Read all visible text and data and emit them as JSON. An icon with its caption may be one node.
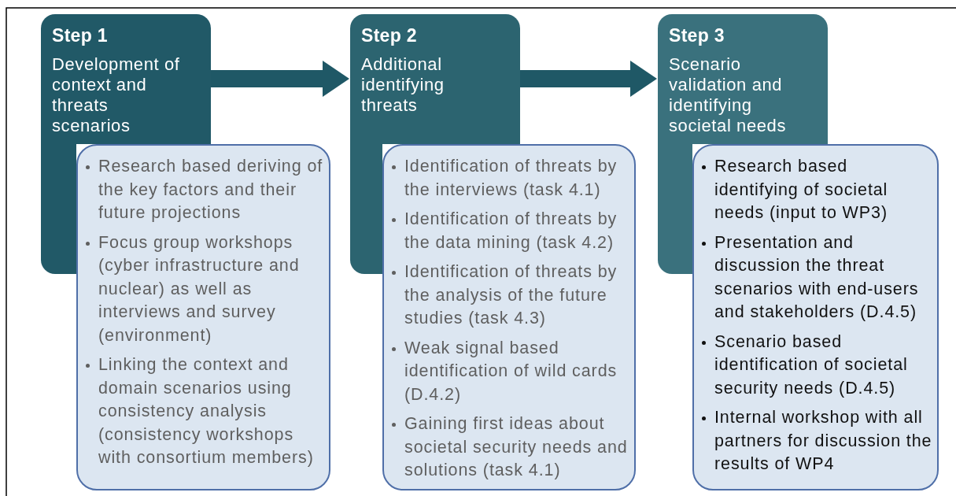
{
  "diagram": {
    "nodes": [
      {
        "text": [
          "Step 1",
          "Development of context and threats scenarios"
        ]
      },
      {
        "text": [
          "Research based deriving of the key factors and their future projections",
          "Focus group workshops (cyber infrastructure and nuclear) as well as interviews and survey (environment)",
          "Linking the context and domain scenarios using consistency analysis (consistency workshops with consortium members)"
        ]
      },
      {
        "text": [
          "Step 2",
          "Additional identifying threats"
        ]
      },
      {
        "text": [
          "Identification of threats by the interviews (task 4.1)",
          "Identification of threats by the data mining (task 4.2)",
          "Identification of threats by the analysis of the future studies (task 4.3)",
          "Weak signal based identification of  wild cards (D.4.2)",
          "Gaining first ideas about societal security needs and solutions (task 4.1)"
        ]
      },
      {
        "text": [
          "Step 3",
          "Scenario validation and identifying societal needs"
        ]
      },
      {
        "text": [
          "Research based identifying of societal needs (input to WP3)",
          "Presentation and discussion the threat scenarios with end-users and stakeholders (D.4.5)",
          "Scenario based identification of societal security needs (D.4.5)",
          "Internal workshop with all partners for discussion the results of WP4"
        ]
      }
    ],
    "edges": [
      {
        "from": 0,
        "to": 2,
        "arrow": "to"
      },
      {
        "from": 2,
        "to": 4,
        "arrow": "to"
      }
    ]
  }
}
